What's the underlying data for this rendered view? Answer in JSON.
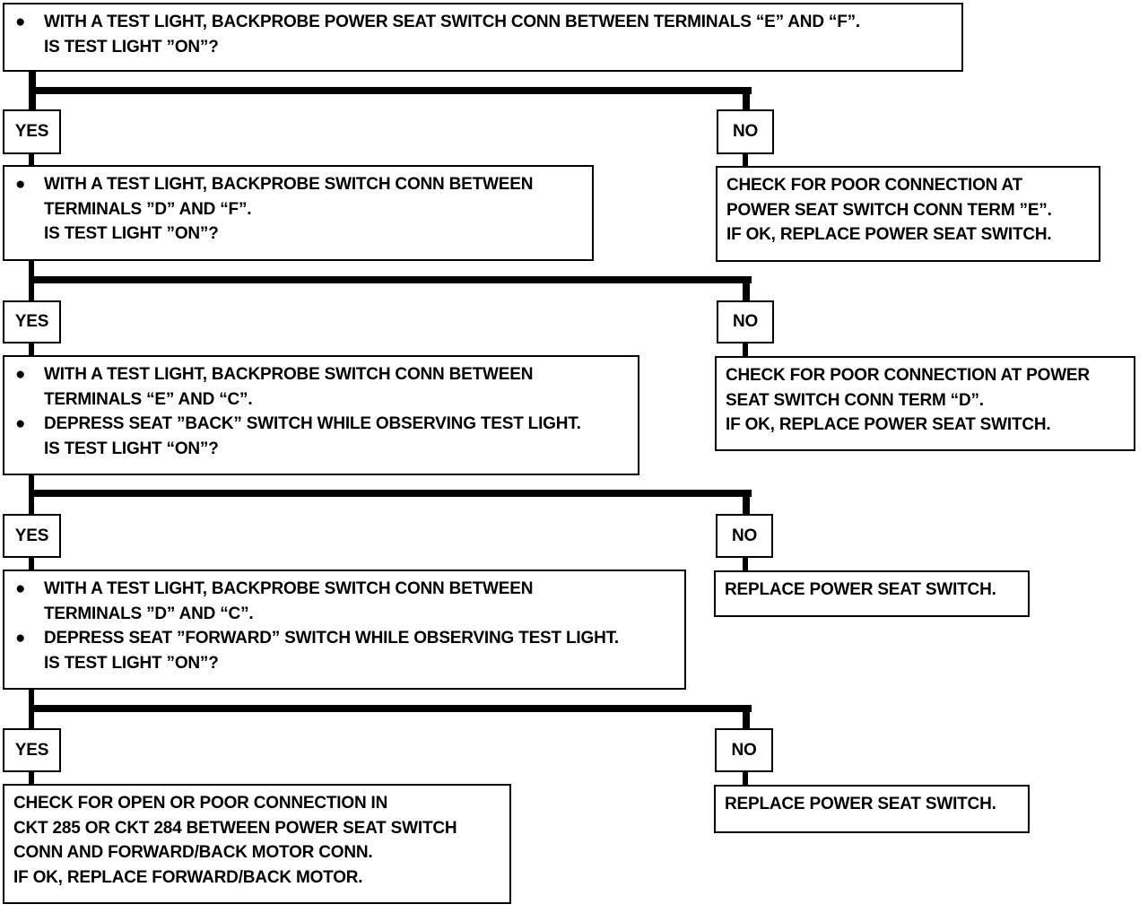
{
  "flowchart": {
    "steps": [
      {
        "lines": [
          {
            "bullet": true,
            "text": "WITH A TEST LIGHT, BACKPROBE POWER SEAT SWITCH CONN  BETWEEN TERMINALS “E” AND “F”."
          },
          {
            "bullet": false,
            "text": "IS TEST LIGHT ”ON”?"
          }
        ]
      },
      {
        "lines": [
          {
            "bullet": true,
            "text": "WITH A TEST LIGHT, BACKPROBE SWITCH CONN BETWEEN"
          },
          {
            "bullet": false,
            "text": "TERMINALS ”D” AND “F”."
          },
          {
            "bullet": false,
            "text": "IS TEST LIGHT ”ON”?"
          }
        ]
      },
      {
        "lines": [
          {
            "bullet": true,
            "text": "WITH A TEST LIGHT, BACKPROBE SWITCH CONN BETWEEN"
          },
          {
            "bullet": false,
            "text": "TERMINALS “E” AND “C”."
          },
          {
            "bullet": true,
            "text": "DEPRESS SEAT ”BACK” SWITCH WHILE OBSERVING TEST LIGHT."
          },
          {
            "bullet": false,
            "text": "IS TEST LIGHT “ON”?"
          }
        ]
      },
      {
        "lines": [
          {
            "bullet": true,
            "text": "WITH A TEST LIGHT, BACKPROBE SWITCH CONN BETWEEN"
          },
          {
            "bullet": false,
            "text": "TERMINALS ”D” AND “C”."
          },
          {
            "bullet": true,
            "text": "DEPRESS SEAT ”FORWARD” SWITCH WHILE OBSERVING TEST LIGHT."
          },
          {
            "bullet": false,
            "text": "IS TEST LIGHT ”ON”?"
          }
        ]
      }
    ],
    "labels": {
      "yes": "YES",
      "no": "NO"
    },
    "bullet_glyph": "●",
    "no_actions": [
      {
        "lines": [
          "CHECK FOR POOR CONNECTION AT",
          "POWER SEAT SWITCH CONN TERM ”E”.",
          "IF OK, REPLACE POWER SEAT SWITCH."
        ]
      },
      {
        "lines": [
          "CHECK FOR POOR CONNECTION AT POWER",
          "SEAT SWITCH CONN TERM “D”.",
          "IF OK, REPLACE POWER SEAT SWITCH."
        ]
      },
      {
        "lines": [
          "REPLACE POWER SEAT SWITCH."
        ]
      },
      {
        "lines": [
          "REPLACE POWER SEAT SWITCH."
        ]
      }
    ],
    "final_yes_action": {
      "lines": [
        "CHECK FOR OPEN OR POOR CONNECTION IN",
        "CKT 285 OR CKT 284 BETWEEN POWER SEAT SWITCH",
        "CONN AND FORWARD/BACK MOTOR CONN.",
        "IF OK, REPLACE FORWARD/BACK MOTOR."
      ]
    }
  }
}
